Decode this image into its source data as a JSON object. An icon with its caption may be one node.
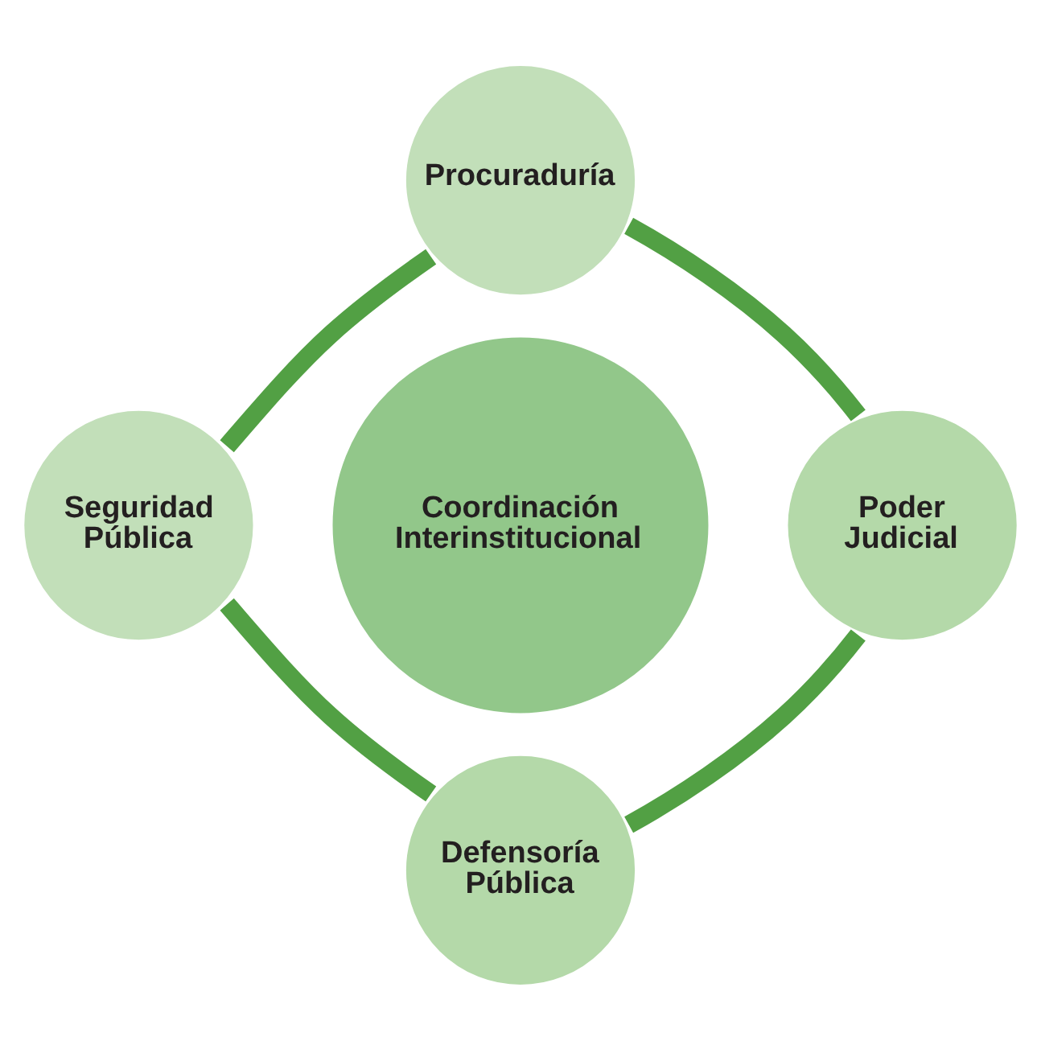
{
  "diagram": {
    "nodes": [
      {
        "text": [
          "Procuraduría"
        ]
      },
      {
        "text": [
          "Seguridad Pública"
        ]
      },
      {
        "text": [
          "Coordinación Interinstitucional"
        ]
      },
      {
        "text": [
          "Poder Judicial"
        ]
      },
      {
        "text": [
          "Defensoría Pública"
        ]
      }
    ],
    "edges": [
      {
        "from": 0,
        "to": 3,
        "arrow": "none"
      },
      {
        "from": 3,
        "to": 4,
        "arrow": "none"
      },
      {
        "from": 4,
        "to": 1,
        "arrow": "none"
      },
      {
        "from": 1,
        "to": 0,
        "arrow": "none"
      }
    ]
  }
}
